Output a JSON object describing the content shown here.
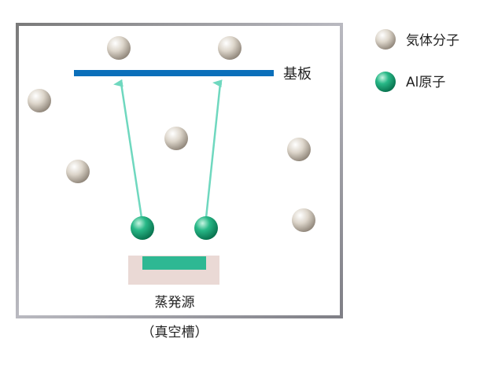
{
  "labels": {
    "substrate": "基板",
    "source": "蒸発源",
    "chamber": "（真空槽）"
  },
  "legend": {
    "gas": "気体分子",
    "al": "Al原子"
  },
  "colors": {
    "substrate": "#0b6fba",
    "arrow": "#6fd8bf",
    "source_plate": "#2eb893",
    "source_base": "#ead9d5",
    "chamber_border": "#8c8c8c",
    "al_atom": "#1ba67a",
    "gas_molecule": "#cfc7bd"
  }
}
